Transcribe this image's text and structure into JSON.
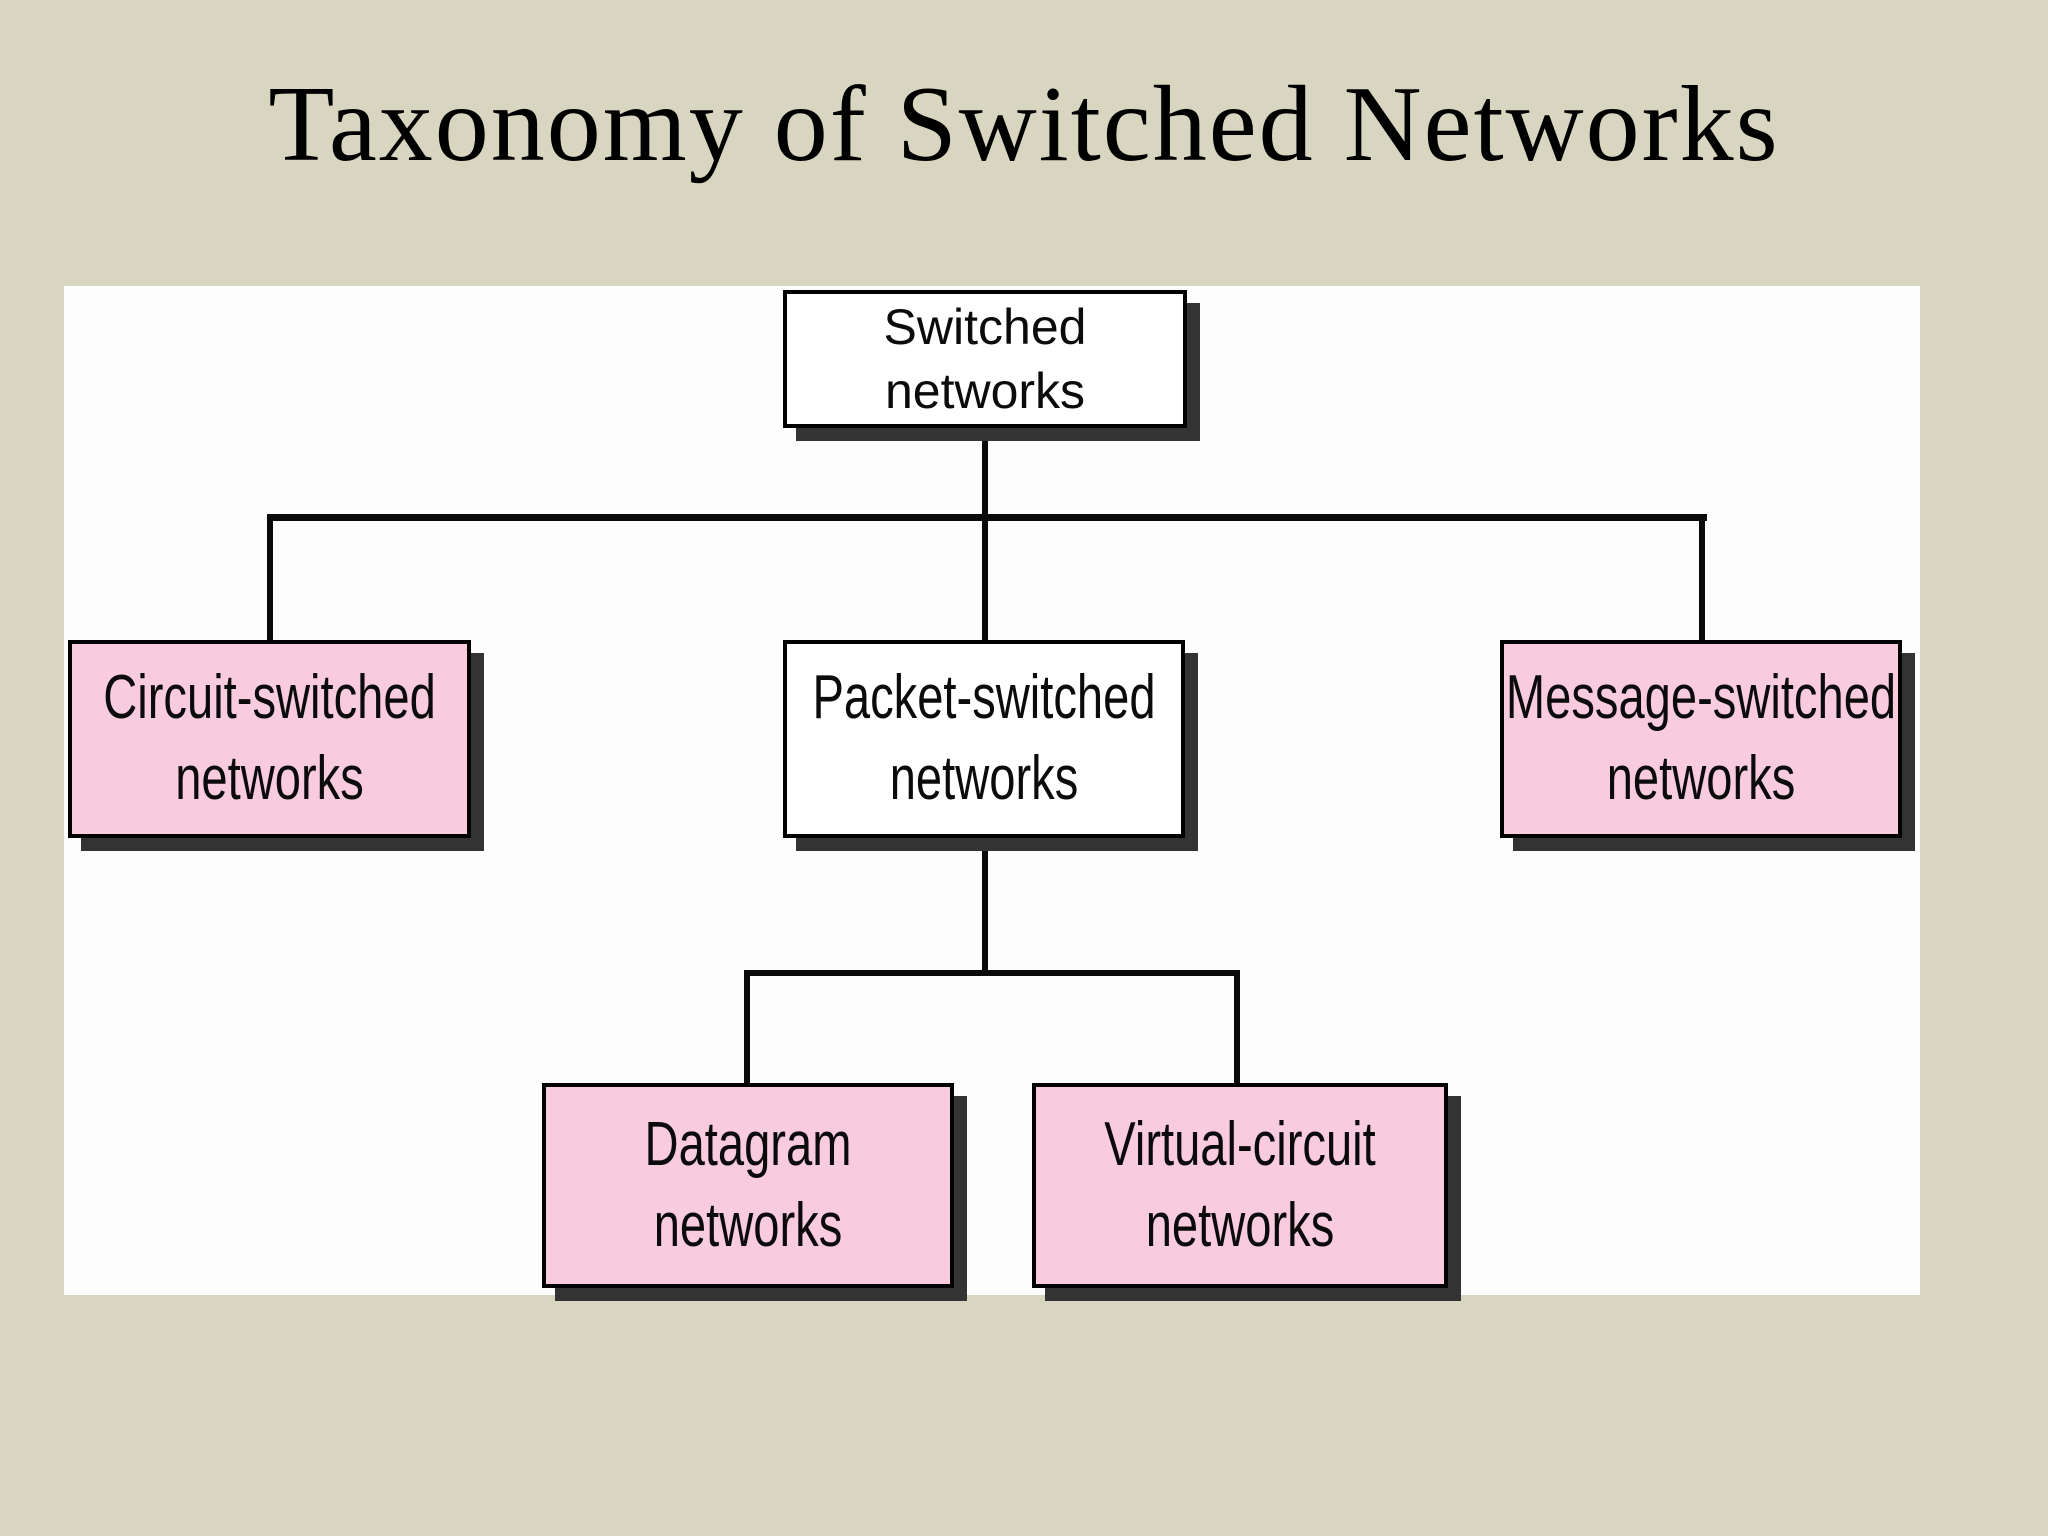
{
  "slide": {
    "title": "Taxonomy of Switched Networks",
    "colors": {
      "background": "#d8d6c1",
      "canvas": "#fdfdfd",
      "node_pink": "#f9cbdf",
      "node_white": "#ffffff",
      "border": "#000000",
      "shadow": "#333333",
      "connector": "#0a0a0a",
      "title_text": "#0b0b0b"
    },
    "diagram": {
      "nodes": [
        {
          "id": "switched",
          "label": "Switched networks",
          "line1": "Switched",
          "line2": "networks",
          "fill": "#ffffff",
          "parent": null
        },
        {
          "id": "circuit",
          "label": "Circuit-switched networks",
          "line1": "Circuit-switched",
          "line2": "networks",
          "fill": "#f9cbdf",
          "parent": "Switched networks"
        },
        {
          "id": "packet",
          "label": "Packet-switched networks",
          "line1": "Packet-switched",
          "line2": "networks",
          "fill": "#ffffff",
          "parent": "Switched networks"
        },
        {
          "id": "message",
          "label": "Message-switched networks",
          "line1": "Message-switched",
          "line2": "networks",
          "fill": "#f9cbdf",
          "parent": "Switched networks"
        },
        {
          "id": "datagram",
          "label": "Datagram networks",
          "line1": "Datagram",
          "line2": "networks",
          "fill": "#f9cbdf",
          "parent": "Packet-switched networks"
        },
        {
          "id": "virtual-circuit",
          "label": "Virtual-circuit networks",
          "line1": "Virtual-circuit",
          "line2": "networks",
          "fill": "#f9cbdf",
          "parent": "Packet-switched networks"
        }
      ]
    }
  }
}
